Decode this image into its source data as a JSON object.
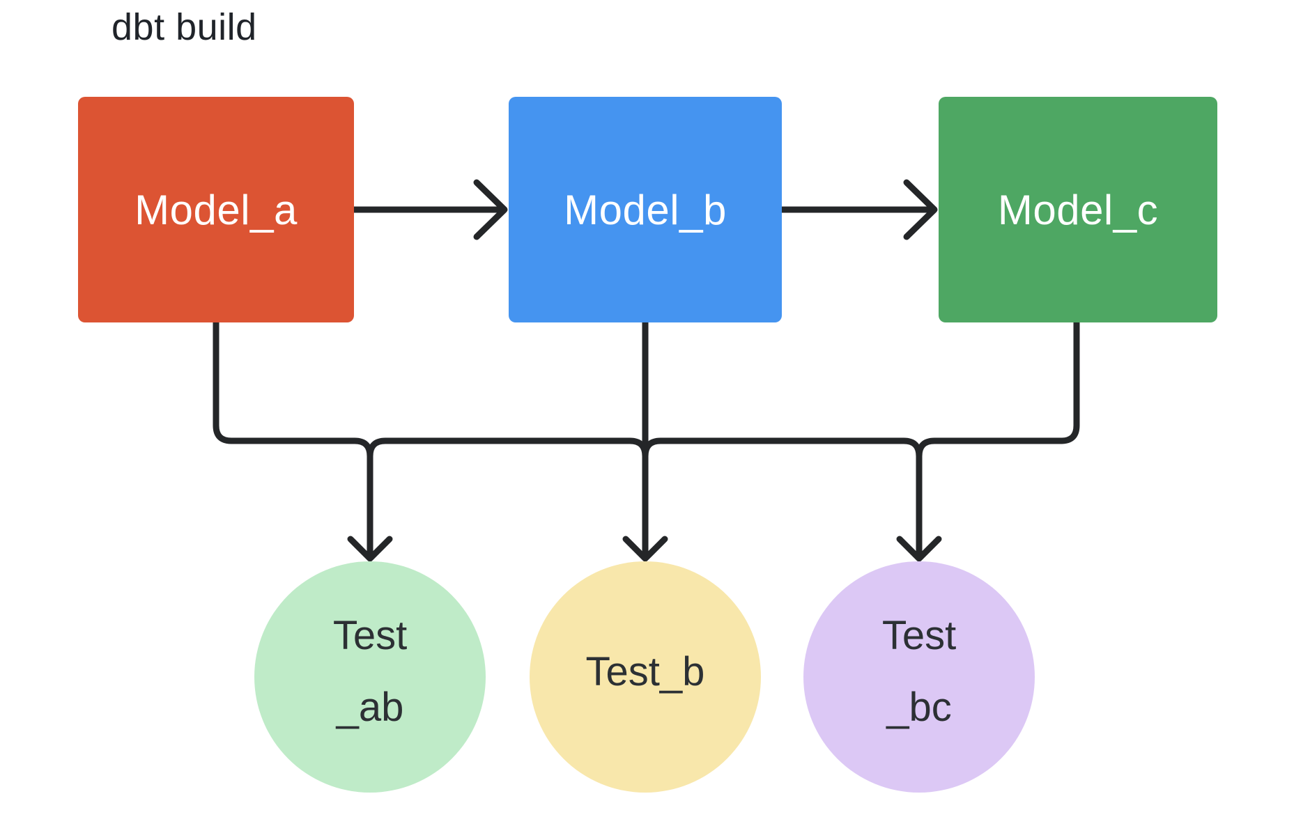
{
  "title": "dbt build",
  "colors": {
    "stroke": "#242628",
    "background": "#ffffff",
    "title_text": "#20242a",
    "box_text": "#ffffff",
    "circle_text": "#2c3034",
    "model_a": "#DC5433",
    "model_b": "#4594F0",
    "model_c": "#4EA763",
    "test_ab": "#BFEBC8",
    "test_b": "#F8E7AB",
    "test_bc": "#DCC8F5"
  },
  "models": [
    {
      "id": "model_a",
      "label": "Model_a"
    },
    {
      "id": "model_b",
      "label": "Model_b"
    },
    {
      "id": "model_c",
      "label": "Model_c"
    }
  ],
  "tests": [
    {
      "id": "test_ab",
      "lines": [
        "Test",
        "_ab"
      ]
    },
    {
      "id": "test_b",
      "lines": [
        "Test_b"
      ]
    },
    {
      "id": "test_bc",
      "lines": [
        "Test",
        "_bc"
      ]
    }
  ]
}
